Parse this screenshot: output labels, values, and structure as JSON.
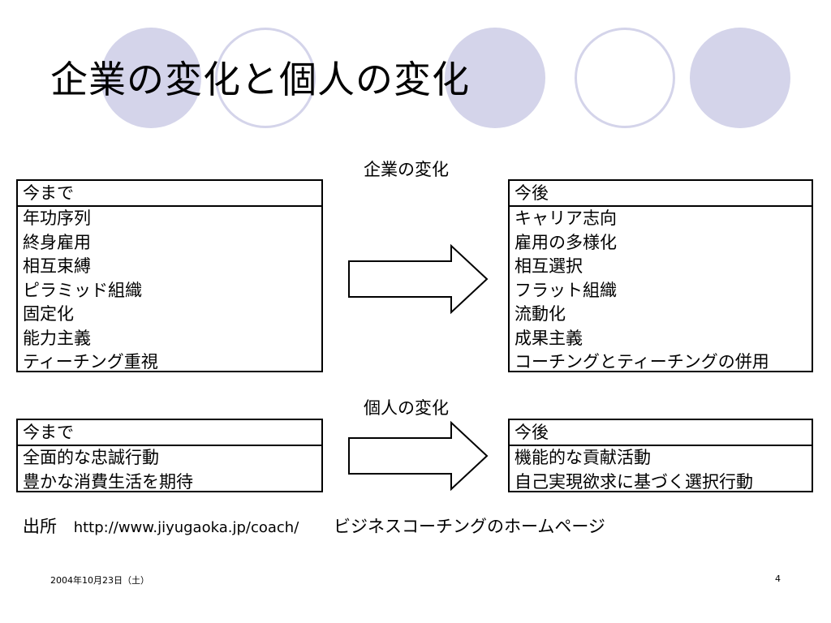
{
  "slide": {
    "title": "企業の変化と個人の変化",
    "accent_color": "#d4d4ea"
  },
  "corporate": {
    "label": "企業の変化",
    "before": {
      "header": "今まで",
      "items": [
        "年功序列",
        "終身雇用",
        "相互束縛",
        "ピラミッド組織",
        "固定化",
        "能力主義",
        "ティーチング重視"
      ]
    },
    "after": {
      "header": "今後",
      "items": [
        "キャリア志向",
        "雇用の多様化",
        "相互選択",
        "フラット組織",
        "流動化",
        "成果主義",
        "コーチングとティーチングの併用"
      ]
    }
  },
  "individual": {
    "label": "個人の変化",
    "before": {
      "header": "今まで",
      "items": [
        "全面的な忠誠行動",
        "豊かな消費生活を期待"
      ]
    },
    "after": {
      "header": "今後",
      "items": [
        "機能的な貢献活動",
        "自己実現欲求に基づく選択行動"
      ]
    }
  },
  "source": {
    "label": "出所",
    "url": "http://www.jiyugaoka.jp/coach/",
    "site_name": "ビジネスコーチングのホームページ"
  },
  "footer": {
    "date": "2004年10月23日（土）",
    "page_number": "4"
  }
}
